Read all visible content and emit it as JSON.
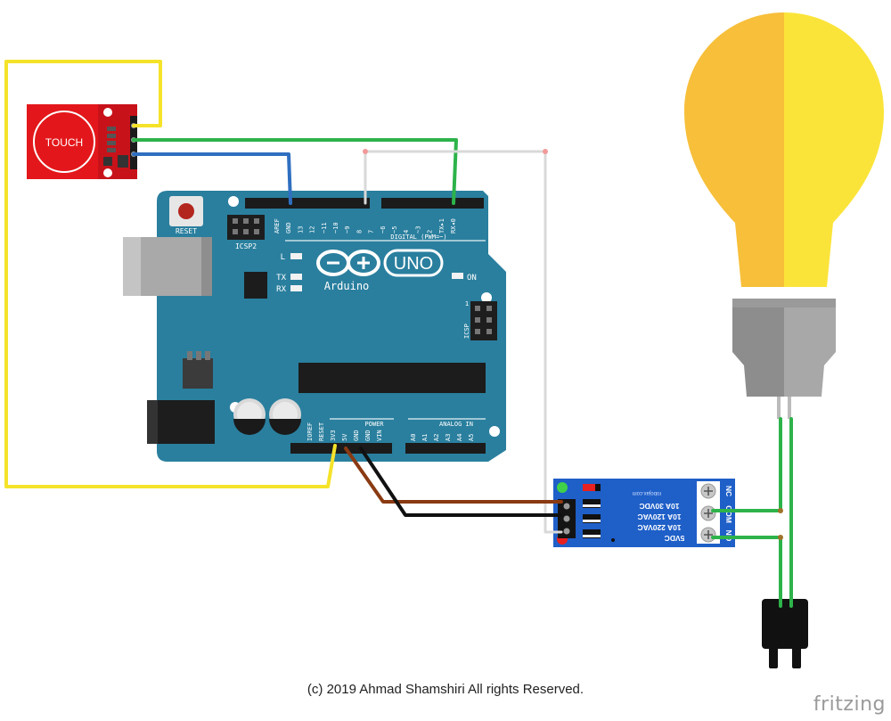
{
  "touch_sensor": {
    "label": "TOUCH"
  },
  "arduino": {
    "reset_label": "RESET",
    "icsp2_label": "ICSP2",
    "icsp_label": "ICSP",
    "icsp_pin_1": "1",
    "led_l": "L",
    "led_tx": "TX",
    "led_rx": "RX",
    "led_on": "ON",
    "logo_uno": "UNO",
    "logo_arduino": "Arduino",
    "digital_header": "DIGITAL (PWM=~)",
    "digital_pins": [
      "AREF",
      "GND",
      "13",
      "12",
      "~11",
      "~10",
      "~9",
      "8",
      "7",
      "~6",
      "~5",
      "4",
      "~3",
      "2",
      "TX▸1",
      "RX◂0"
    ],
    "power_header": "POWER",
    "power_pins": [
      "IOREF",
      "RESET",
      "3V3",
      "5V",
      "GND",
      "GND",
      "VIN"
    ],
    "analog_header": "ANALOG IN",
    "analog_pins": [
      "A0",
      "A1",
      "A2",
      "A3",
      "A4",
      "A5"
    ]
  },
  "relay": {
    "brand": "robojax.com",
    "specs": [
      "10A 30VDC",
      "10A 120VAC",
      "10A 220VAC"
    ],
    "coil": "5VDC",
    "terminals": [
      "NC",
      "COM",
      "NO"
    ]
  },
  "footer": {
    "copyright": "(c) 2019 Ahmad Shamshiri All rights Reserved."
  },
  "brand": {
    "name": "fritzing"
  },
  "colors": {
    "board": "#2a7f9e",
    "wire_yellow": "#f5e32a",
    "wire_green": "#2db34a",
    "wire_blue": "#2f6fc0",
    "wire_brown": "#8a3a12",
    "wire_black": "#111111",
    "relay_blue": "#1f5fc8",
    "touch_red": "#e3171b",
    "bulb_left": "#f7bf3a",
    "bulb_right": "#fbe43a"
  }
}
